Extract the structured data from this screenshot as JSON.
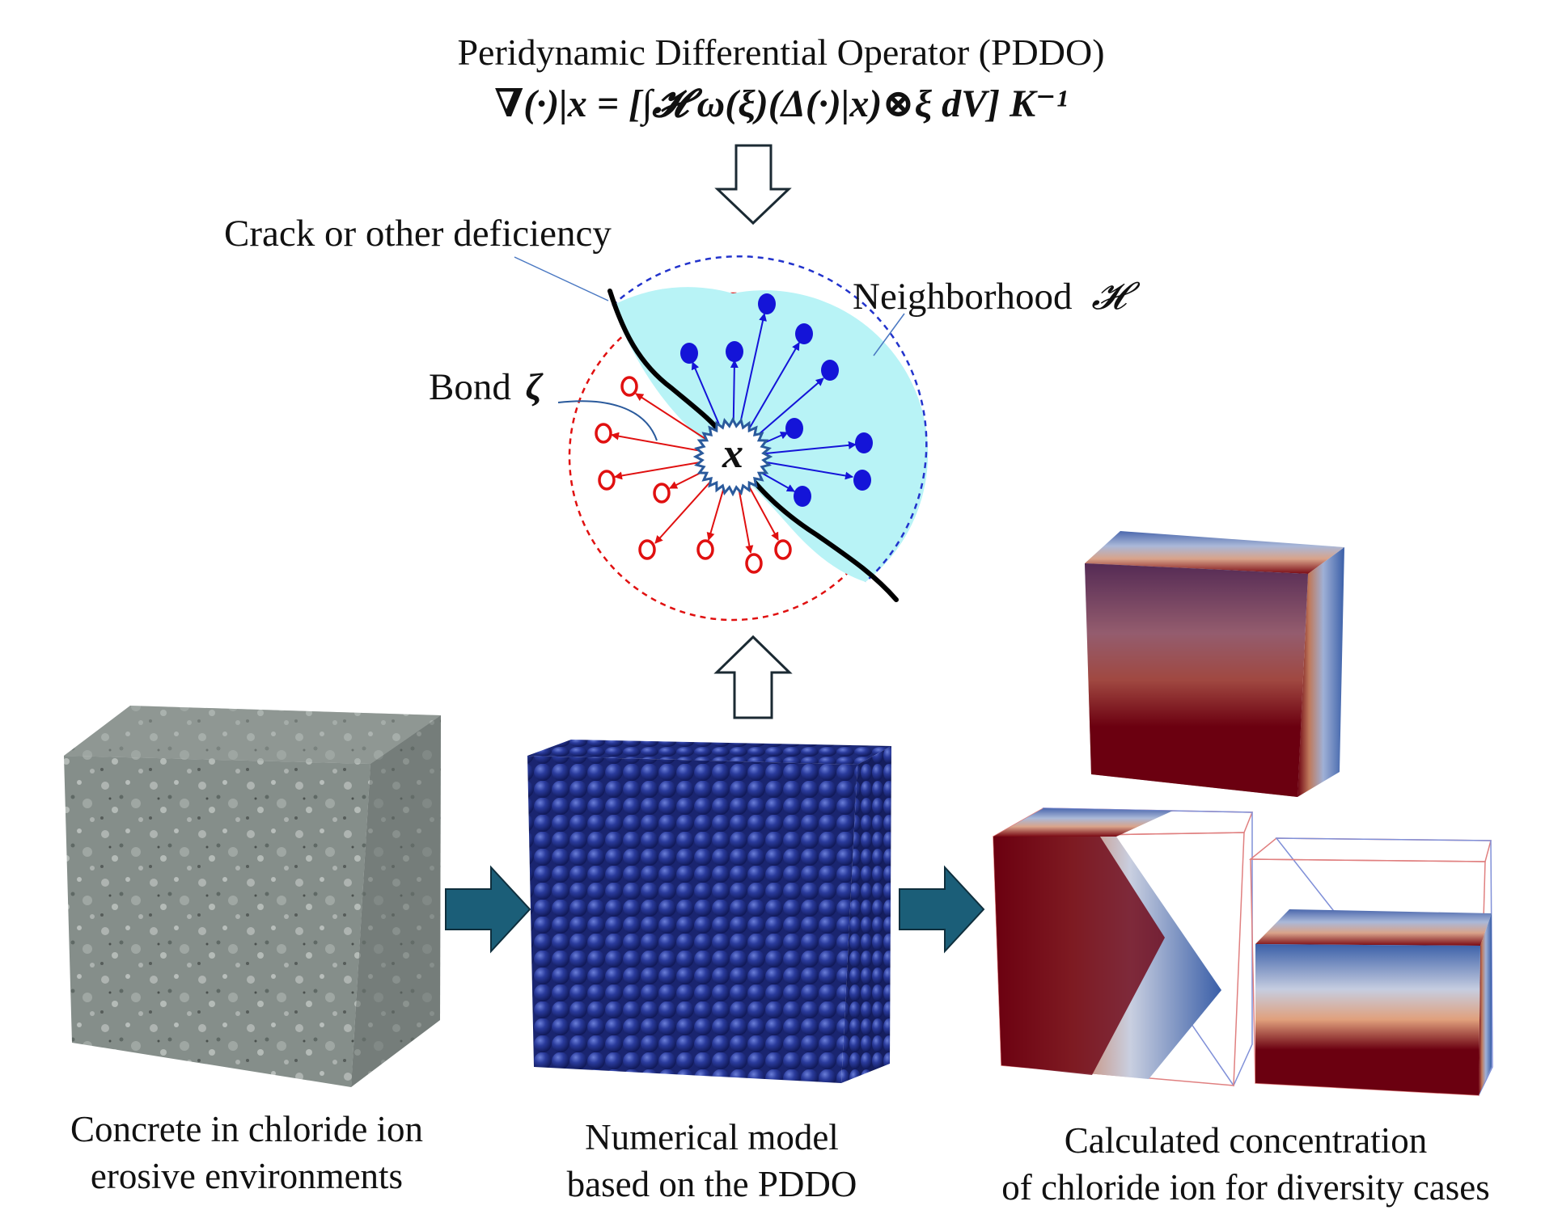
{
  "header": {
    "title": "Peridynamic Differential Operator (PDDO)",
    "formula": "∇(·)|x = [∫𝓗 ω(ξ)(Δ(·)|x)⊗ξ dV] K⁻¹"
  },
  "neighborhood_diagram": {
    "crack_label": "Crack or other deficiency",
    "neighborhood_label": "Neighborhood",
    "neighborhood_symbol": "𝓗",
    "bond_label": "Bond",
    "bond_symbol": "ζ",
    "center_point_label": "x"
  },
  "panels": {
    "concrete_caption": [
      "Concrete in chloride ion",
      "erosive environments"
    ],
    "model_caption": [
      "Numerical model",
      "based on the PDDO"
    ],
    "result_caption": [
      "Calculated concentration",
      "of chloride ion for diversity cases"
    ]
  },
  "colors": {
    "neighborhood_fill": "#b8f3f6",
    "intact_point": "#1414d8",
    "broken_bond": "#e01010",
    "flow_arrow": "#1b5e78",
    "particle_blue": "#1e2f8e",
    "concentration_high": "#6b0010",
    "concentration_low": "#3a5fa8"
  }
}
